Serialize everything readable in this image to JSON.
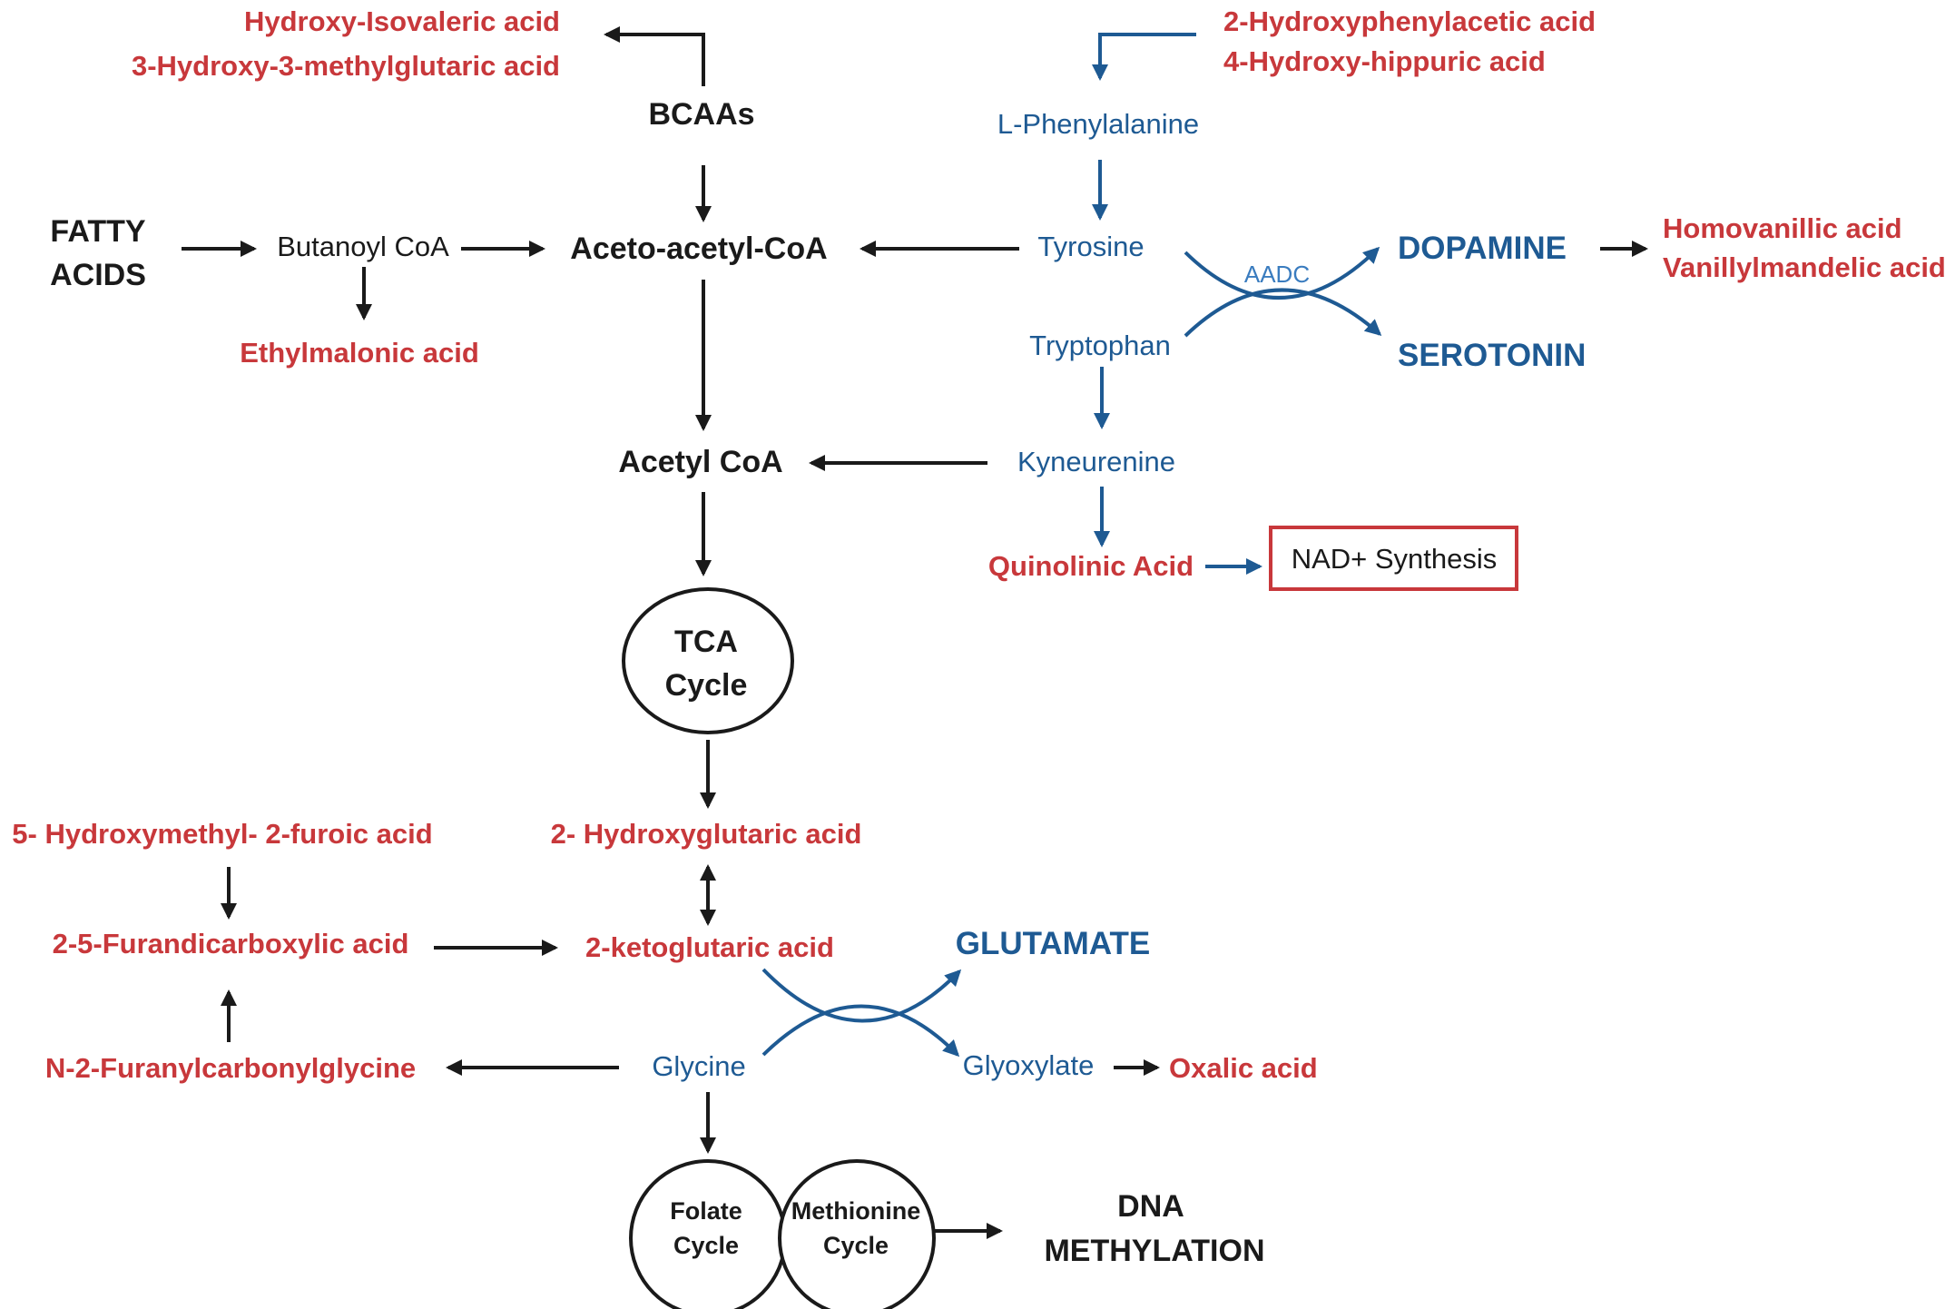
{
  "nodes": {
    "hydroxy_isovaleric": "Hydroxy-Isovaleric acid",
    "hmg": "3-Hydroxy-3-methylglutaric acid",
    "bcaas": "BCAAs",
    "hydroxyphenylacetic": "2-Hydroxyphenylacetic acid",
    "hydroxy_hippuric": "4-Hydroxy-hippuric acid",
    "l_phenylalanine": "L-Phenylalanine",
    "fatty_acids_line1": "FATTY",
    "fatty_acids_line2": "ACIDS",
    "butanoyl_coa": "Butanoyl CoA",
    "aceto_acetyl_coa": "Aceto-acetyl-CoA",
    "tyrosine": "Tyrosine",
    "aadc": "AADC",
    "dopamine": "DOPAMINE",
    "homovanillic": "Homovanillic acid",
    "vanillylmandelic": "Vanillylmandelic acid",
    "ethylmalonic": "Ethylmalonic acid",
    "tryptophan": "Tryptophan",
    "serotonin": "SEROTONIN",
    "acetyl_coa": "Acetyl CoA",
    "kyneurenine": "Kyneurenine",
    "quinolinic": "Quinolinic Acid",
    "nad_synthesis": "NAD+ Synthesis",
    "tca_line1": "TCA",
    "tca_line2": "Cycle",
    "hydroxymethyl_furoic": "5- Hydroxymethyl- 2-furoic acid",
    "hydroxyglutaric": "2- Hydroxyglutaric acid",
    "furandicarboxylic": "2-5-Furandicarboxylic acid",
    "ketoglutaric": "2-ketoglutaric acid",
    "glutamate": "GLUTAMATE",
    "furanylcarbonylglycine": "N-2-Furanylcarbonylglycine",
    "glycine": "Glycine",
    "glyoxylate": "Glyoxylate",
    "oxalic": "Oxalic acid",
    "folate_line1": "Folate",
    "folate_line2": "Cycle",
    "methionine_line1": "Methionine",
    "methionine_line2": "Cycle",
    "dna_line1": "DNA",
    "dna_line2": "METHYLATION"
  },
  "colors": {
    "metabolite_red": "#c8383b",
    "pathway_blue": "#1e5a93",
    "text_black": "#1a1a1a"
  }
}
